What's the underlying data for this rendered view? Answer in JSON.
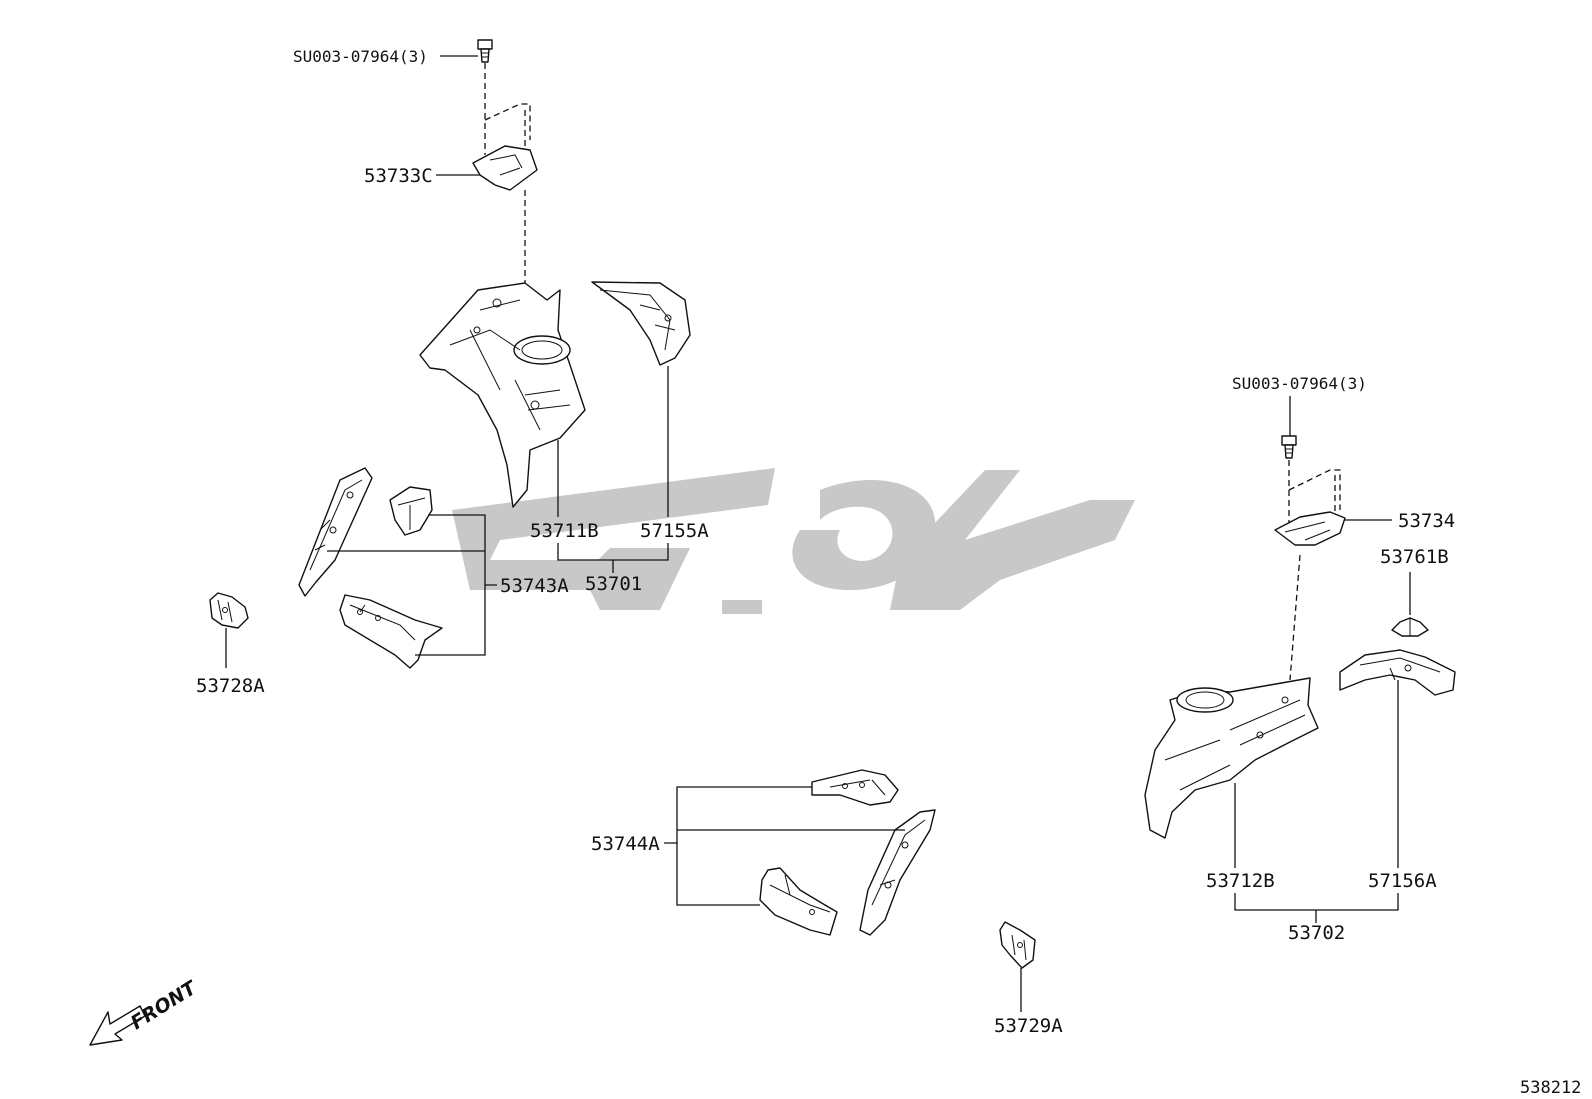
{
  "labels": {
    "bolt_a": "SU003-07964(3)",
    "bolt_b": "SU003-07964(3)",
    "p53733c": "53733C",
    "p53711b": "53711B",
    "p57155a": "57155A",
    "p53701": "53701",
    "p53743a": "53743A",
    "p53728a": "53728A",
    "p53734": "53734",
    "p53761b": "53761B",
    "p53712b": "53712B",
    "p57156a": "57156A",
    "p53702": "53702",
    "p53744a": "53744A",
    "p53729a": "53729A",
    "front": "FRONT",
    "diagram_id": "538212"
  },
  "icons": {
    "direction": "front-arrow-icon",
    "fastener": "bolt-icon",
    "watermark": "logo-watermark"
  },
  "colors": {
    "line": "#111111",
    "watermark": "#c8c8c8",
    "background": "#ffffff"
  }
}
